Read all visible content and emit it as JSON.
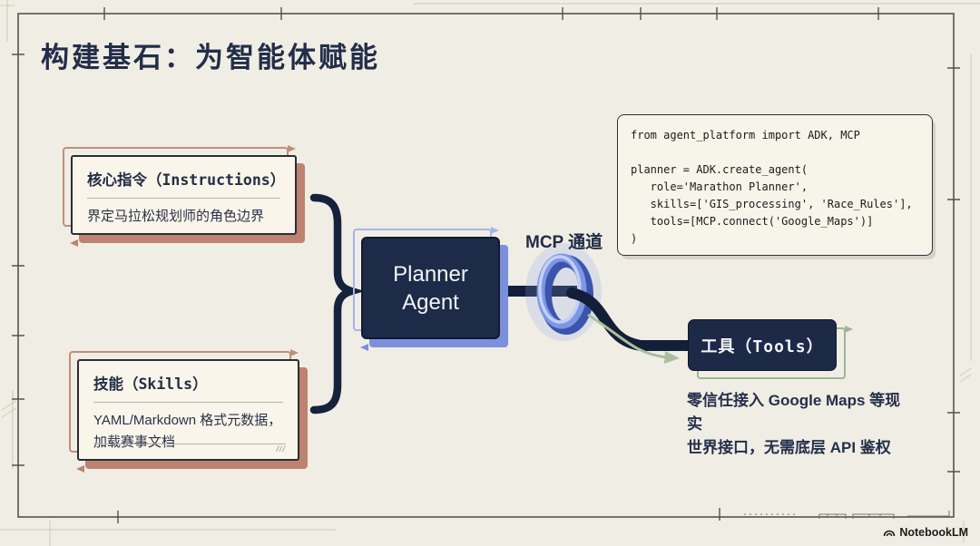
{
  "title": "构建基石：为智能体赋能",
  "cards": {
    "instructions": {
      "title": "核心指令（Instructions）",
      "body": "界定马拉松规划师的角色边界"
    },
    "skills": {
      "title": "技能（Skills）",
      "body": "YAML/Markdown 格式元数据，\n加载赛事文档",
      "hatch": "///"
    }
  },
  "agent": {
    "label": "Planner\nAgent"
  },
  "mcp": {
    "label": "MCP 通道"
  },
  "tools": {
    "label": "工具（Tools）",
    "description": "零信任接入 Google Maps 等现实\n世界接口，无需底层 API 鉴权"
  },
  "code": {
    "lines": [
      "from agent_platform import ADK, MCP",
      "",
      "planner = ADK.create_agent(",
      "   role='Marathon Planner',",
      "   skills=['GIS_processing', 'Race_Rules'],",
      "   tools=[MCP.connect('Google_Maps')]",
      ")"
    ]
  },
  "watermark": {
    "label": "NotebookLM"
  },
  "icons": {
    "ring": "mcp-ring-icon",
    "brace": "curly-brace-connector",
    "flow_arrow": "flow-arrow-icon",
    "logo": "notebooklm-logo-icon"
  },
  "colors": {
    "background": "#f0ede4",
    "ink_navy": "#222e49",
    "card_bg": "#f9f5ea",
    "card_border": "#2c2c34",
    "terracotta": "#bd8270",
    "agent_box": "#1d2b49",
    "agent_shadow": "#7a90dc",
    "ring_blue": "#7e97e4",
    "cable": "#131f38",
    "sage_green": "#9cb598",
    "code_bg": "#f7f4ea"
  }
}
